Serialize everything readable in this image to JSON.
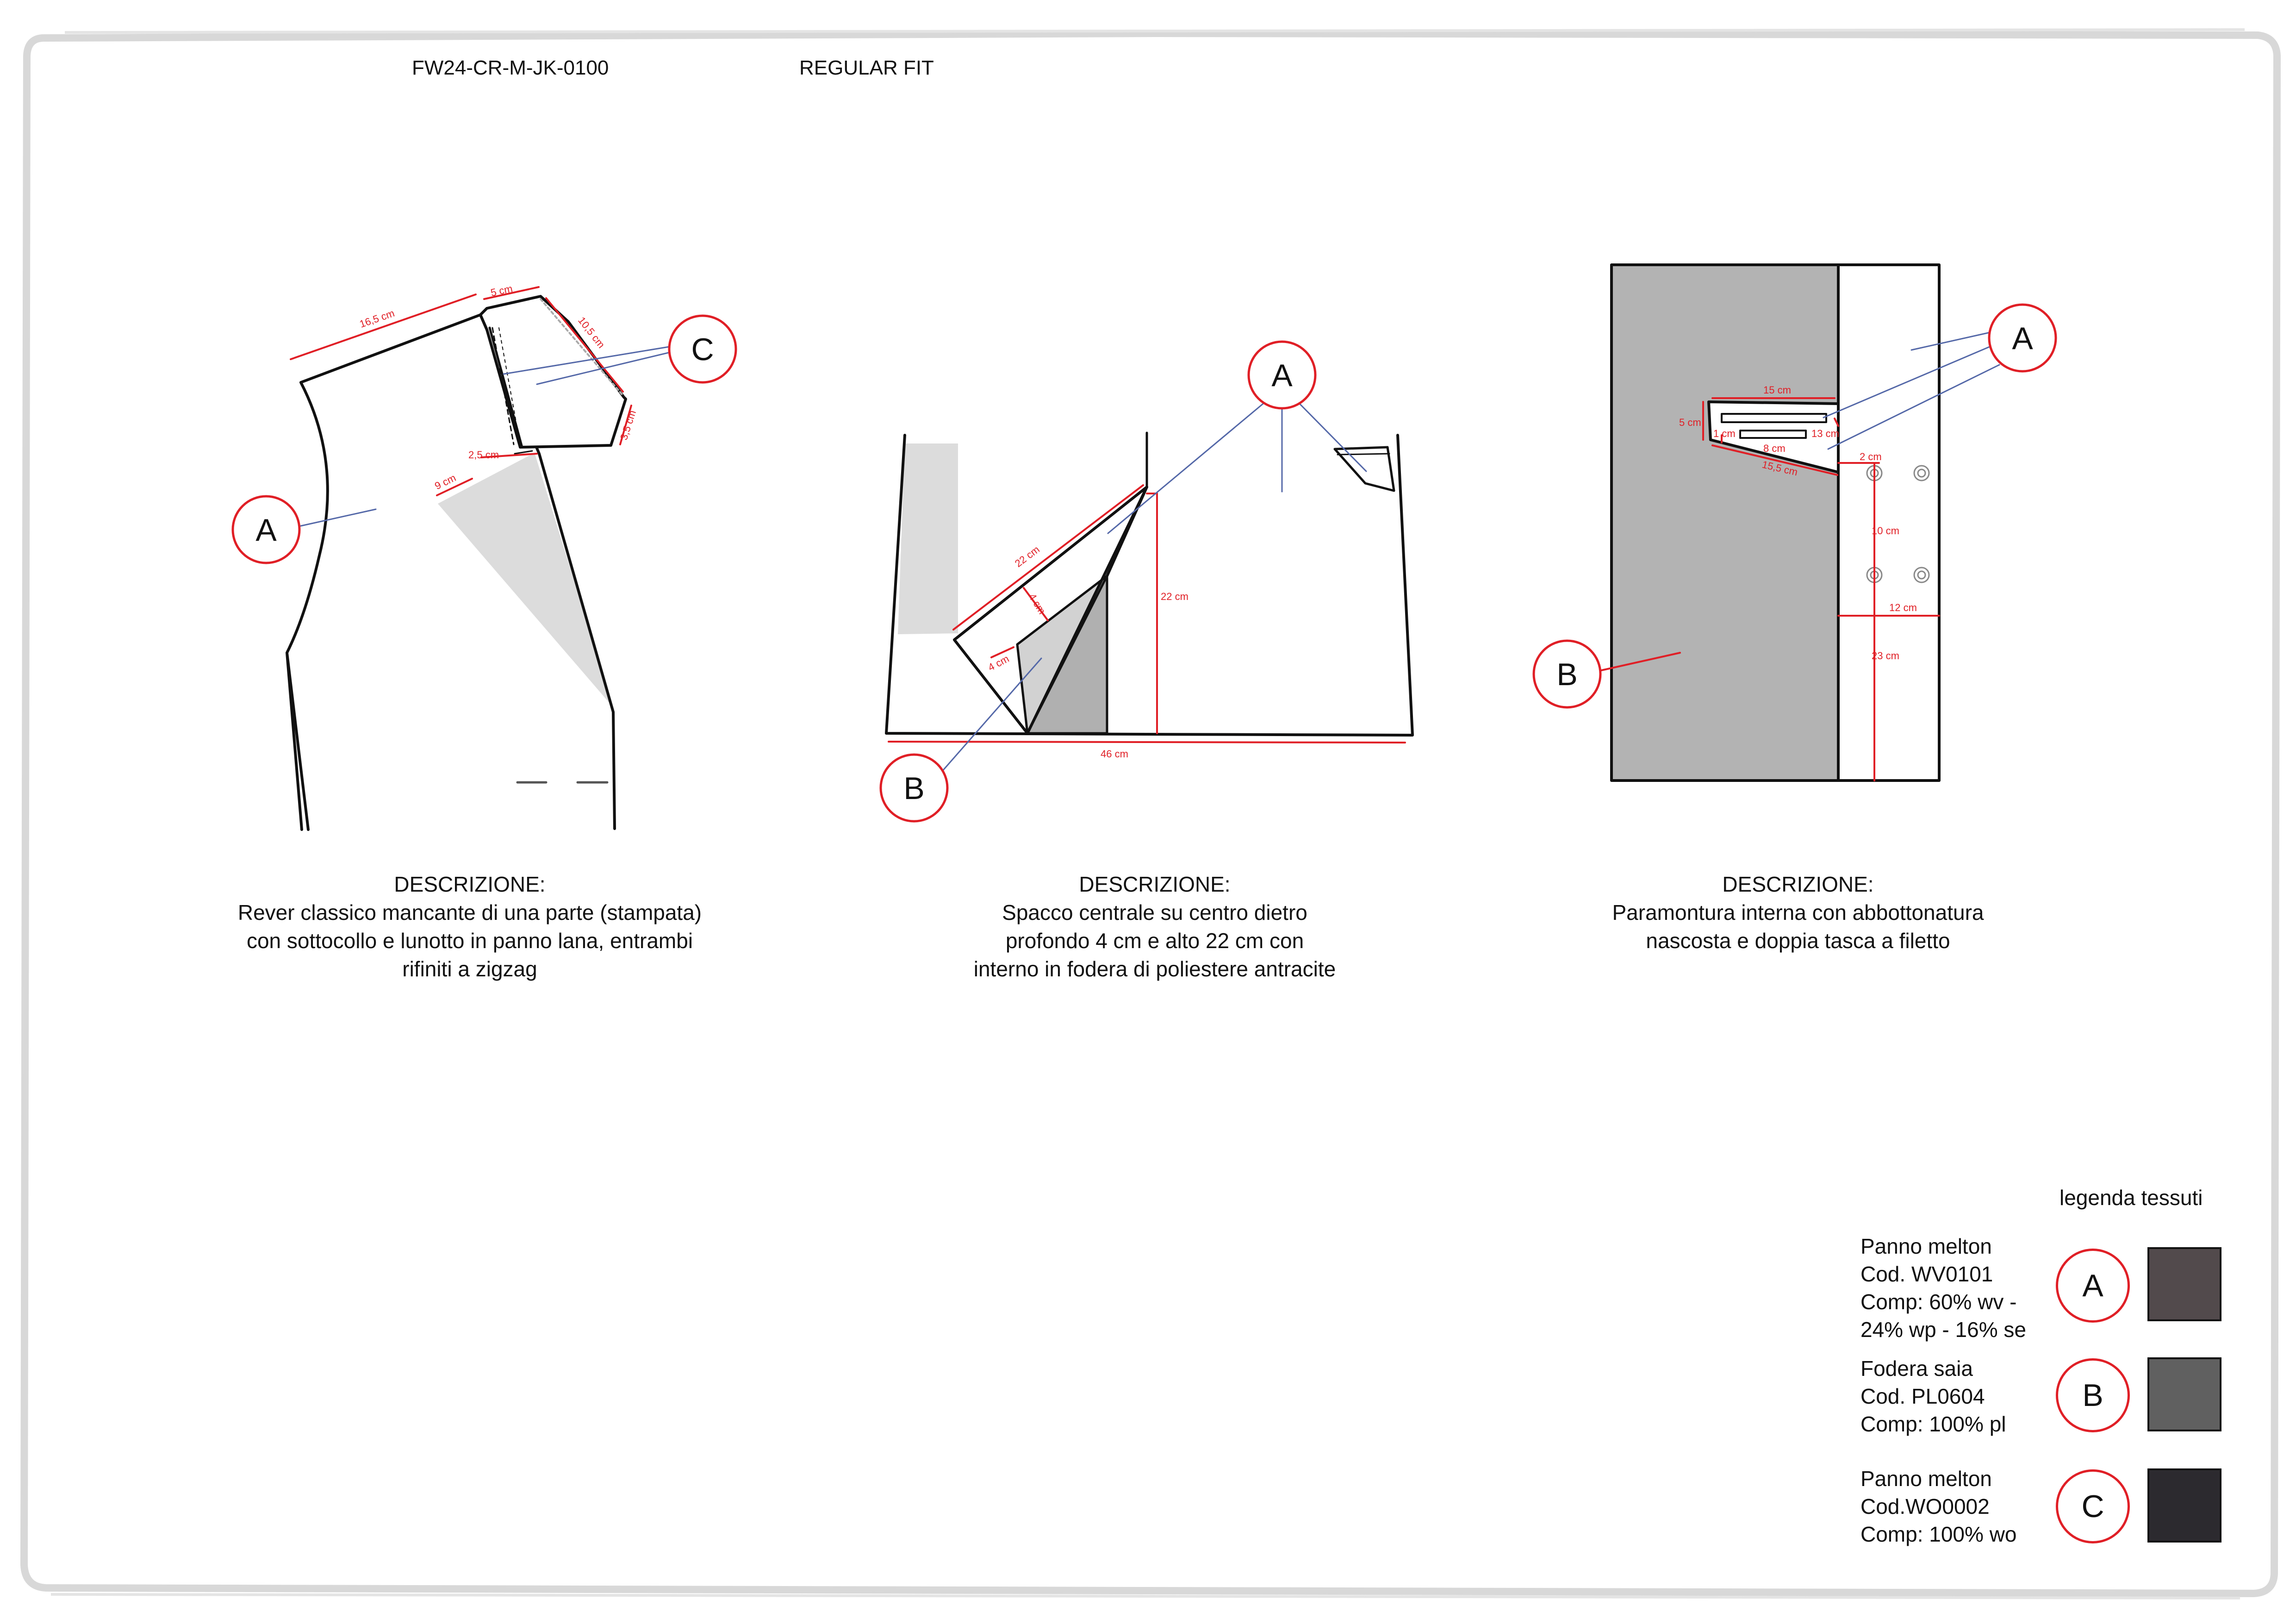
{
  "header": {
    "code": "FW24-CR-M-JK-0100",
    "fit": "REGULAR FIT"
  },
  "details": [
    {
      "title": "DESCRIZIONE:",
      "lines": [
        "Rever classico mancante di una parte (stampata)",
        "con sottocollo e lunotto in panno lana, entrambi",
        "rifiniti a zigzag"
      ],
      "callouts": [
        "A",
        "C"
      ],
      "measures": [
        "16,5 cm",
        "5 cm",
        "10,5 cm",
        "3,5 cm",
        "2,5 cm",
        "9 cm"
      ]
    },
    {
      "title": "DESCRIZIONE:",
      "lines": [
        "Spacco centrale su centro dietro",
        "profondo 4 cm e alto 22 cm con",
        "interno in fodera di poliestere antracite"
      ],
      "callouts": [
        "A",
        "B"
      ],
      "measures": [
        "22 cm",
        "4 cm",
        "4 cm",
        "22 cm",
        "46 cm"
      ]
    },
    {
      "title": "DESCRIZIONE:",
      "lines": [
        "Paramontura interna con abbottonatura",
        "nascosta e doppia tasca a filetto"
      ],
      "callouts": [
        "A",
        "B"
      ],
      "measures": [
        "15 cm",
        "5 cm",
        "1 cm",
        "13 cm",
        "8 cm",
        "15,5 cm",
        "2 cm",
        "10 cm",
        "12 cm",
        "23 cm"
      ]
    }
  ],
  "legend": {
    "title": "legenda tessuti",
    "items": [
      {
        "letter": "A",
        "lines": [
          "Panno melton",
          "Cod. WV0101",
          "Comp: 60% wv -",
          "24% wp - 16% se"
        ],
        "color": "#524a4c"
      },
      {
        "letter": "B",
        "lines": [
          "Fodera saia",
          "Cod. PL0604",
          "Comp: 100% pl"
        ],
        "color": "#606060"
      },
      {
        "letter": "C",
        "lines": [
          "Panno melton",
          "Cod.WO0002",
          "Comp: 100% wo"
        ],
        "color": "#2c2a2f"
      }
    ]
  },
  "colors": {
    "measure": "#e01f26",
    "leader": "#5468a8",
    "outline": "#111111",
    "paper": "#ffffff"
  }
}
